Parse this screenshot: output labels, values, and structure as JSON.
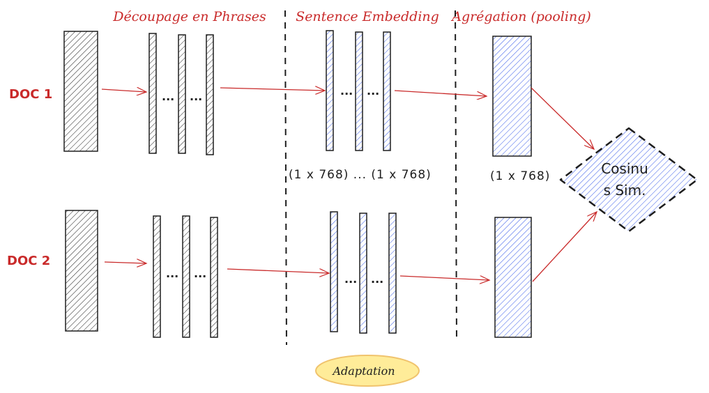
{
  "headers": {
    "split": "Découpage en Phrases",
    "embedding": "Sentence Embedding",
    "pooling": "Agrégation (pooling)"
  },
  "docs": {
    "doc1": "DOC 1",
    "doc2": "DOC 2"
  },
  "ellipsis": "...",
  "dims": {
    "embeddings": "(1 x 768) ... (1 x 768)",
    "pooled": "(1 x 768)"
  },
  "similarity": {
    "line1": "Cosinu",
    "line2": "s Sim."
  },
  "adaptation": "Adaptation",
  "colors": {
    "red": "#c92a2a",
    "blue": "#4263eb",
    "black": "#1e1e1e",
    "badge": "#ffec99"
  }
}
